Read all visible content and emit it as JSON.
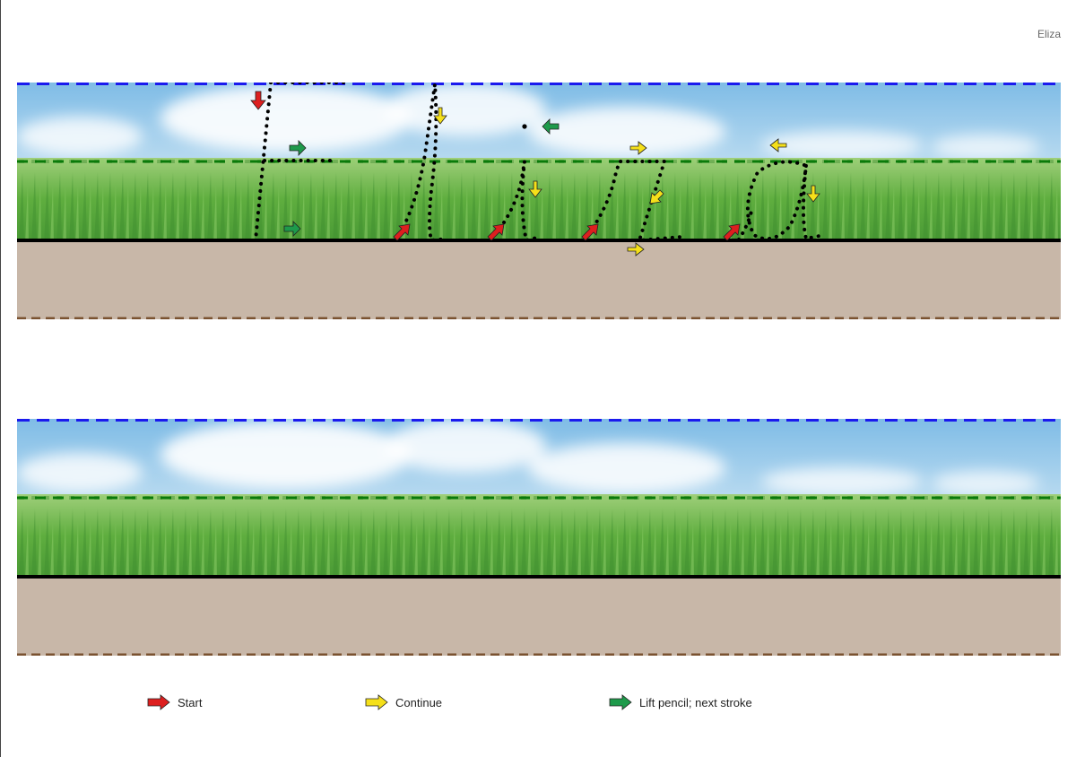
{
  "header": {
    "name": "Eliza"
  },
  "colors": {
    "headline": "#1a1aee",
    "midline": "#0a7a0a",
    "baseline": "#000000",
    "descender": "#7a5230",
    "ground": "#c8b7a8",
    "start_arrow": "#dd1f1f",
    "continue_arrow": "#f5e01a",
    "lift_arrow": "#1e9a4b"
  },
  "legend": {
    "start": "Start",
    "continue": "Continue",
    "lift": "Lift pencil; next stroke"
  }
}
